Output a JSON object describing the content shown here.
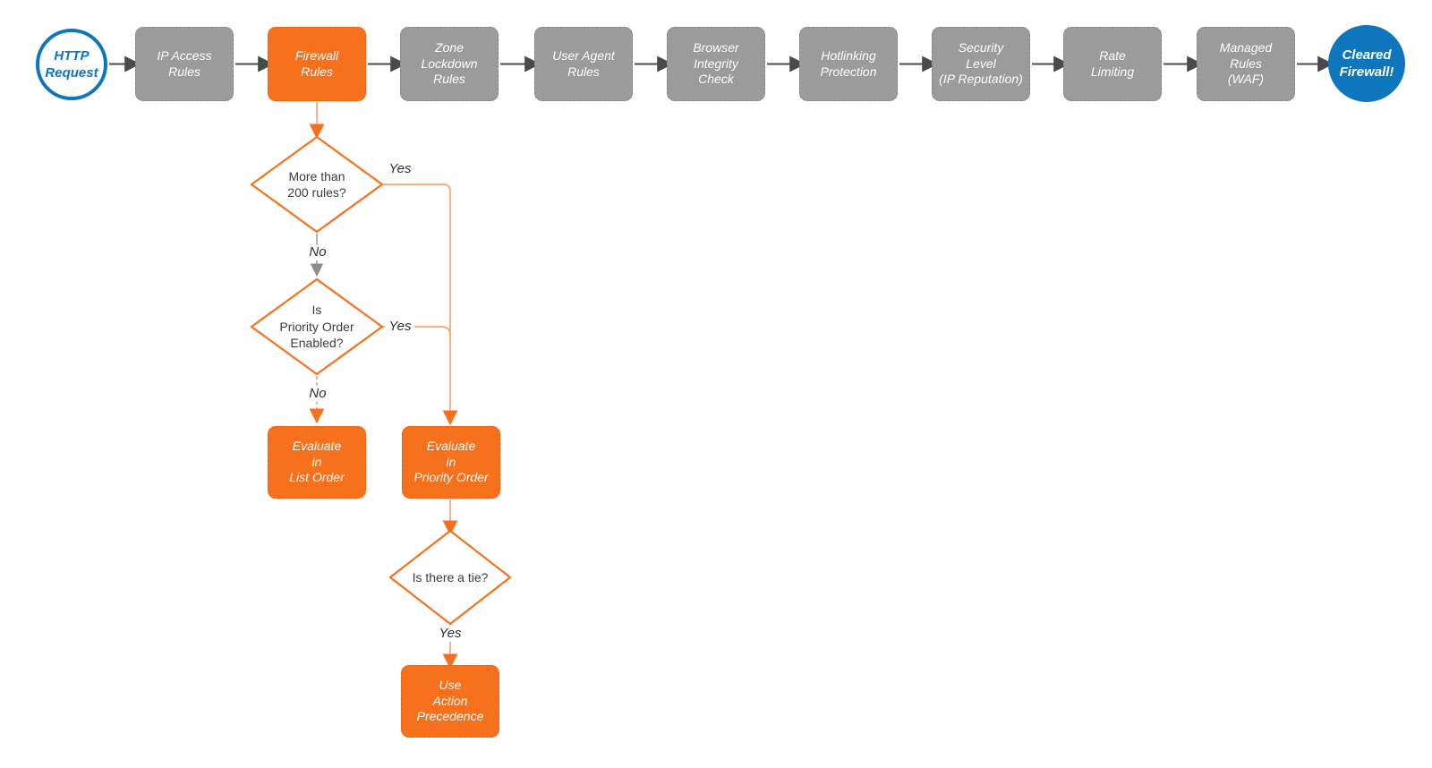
{
  "palette": {
    "orange": "#F7711D",
    "orange_line": "#F9A576",
    "blue": "#0E76BC",
    "gray_box": "#9B9B9B",
    "dark_arrow": "#4A4A4A",
    "gray_arrow": "#8C8C8C"
  },
  "flow": {
    "start": {
      "label": "HTTP\nRequest"
    },
    "end": {
      "label": "Cleared\nFirewall!"
    },
    "stages": [
      {
        "label": "IP Access\nRules"
      },
      {
        "label": "Firewall\nRules"
      },
      {
        "label": "Zone\nLockdown\nRules"
      },
      {
        "label": "User Agent\nRules"
      },
      {
        "label": "Browser\nIntegrity\nCheck"
      },
      {
        "label": "Hotlinking\nProtection"
      },
      {
        "label": "Security\nLevel\n(IP Reputation)"
      },
      {
        "label": "Rate\nLimiting"
      },
      {
        "label": "Managed\nRules\n(WAF)"
      }
    ],
    "decisions": [
      {
        "label": "More than\n200 rules?"
      },
      {
        "label": "Is\nPriority Order\nEnabled?"
      },
      {
        "label": "Is there a tie?"
      }
    ],
    "actions": [
      {
        "label": "Evaluate\nin\nList Order"
      },
      {
        "label": "Evaluate\nin\nPriority Order"
      },
      {
        "label": "Use\nAction\nPrecedence"
      }
    ],
    "edge_labels": {
      "yes1": "Yes",
      "no1": "No",
      "yes2": "Yes",
      "no2": "No",
      "yes3": "Yes"
    }
  }
}
